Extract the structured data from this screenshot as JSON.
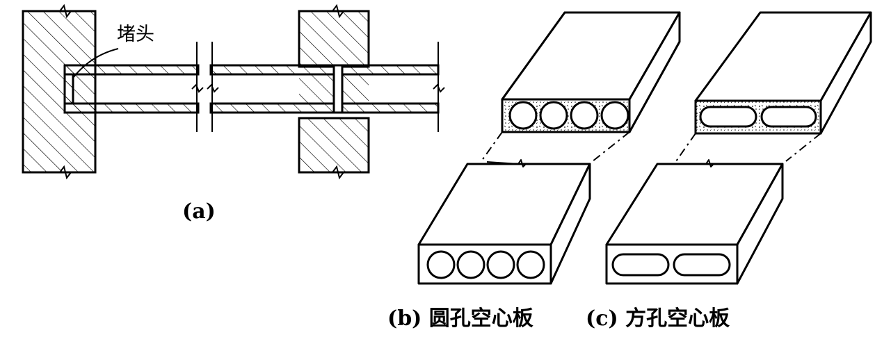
{
  "figure": {
    "panel_a": {
      "caption": "(a)",
      "annotation": "堵头"
    },
    "panel_b": {
      "caption": "(b) 圆孔空心板"
    },
    "panel_c": {
      "caption": "(c) 方孔空心板"
    },
    "colors": {
      "line": "#000000",
      "background": "#ffffff"
    }
  }
}
